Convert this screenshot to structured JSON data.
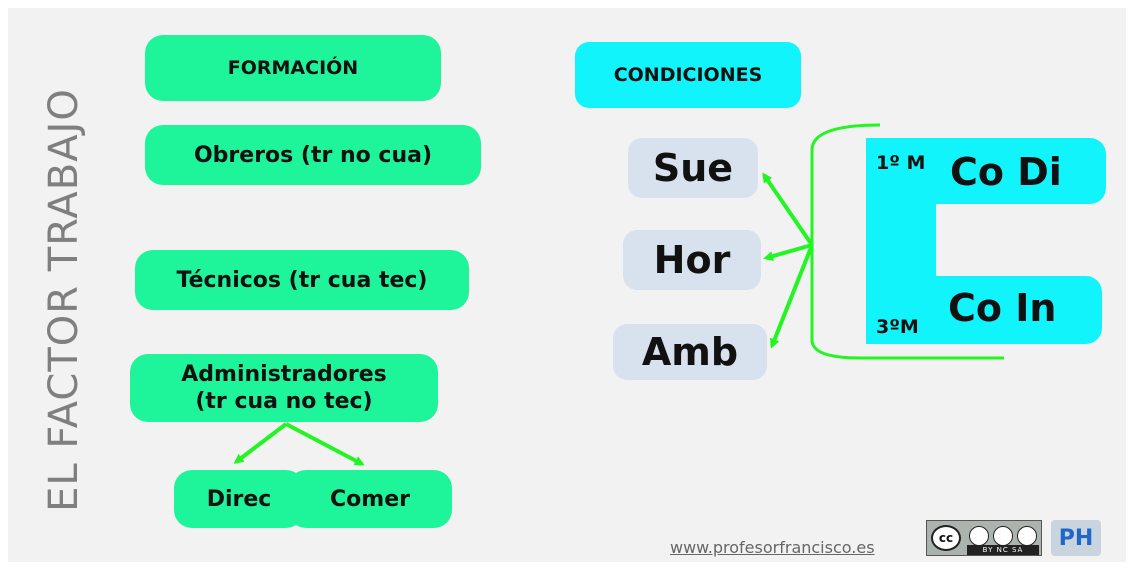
{
  "title": "EL FACTOR TRABAJO",
  "left_column": {
    "formacion": "FORMACIÓN",
    "obreros": "Obreros (tr no cua)",
    "tecnicos": "Técnicos (tr cua tec)",
    "administradores_line1": "Administradores",
    "administradores_line2": "(tr cua no tec)",
    "direc": "Direc",
    "comer": "Comer"
  },
  "right_column": {
    "condiciones": "CONDICIONES",
    "sue": "Sue",
    "hor": "Hor",
    "amb": "Amb",
    "first_label": "1º M",
    "first_value": "Co Di",
    "third_label": "3ºM",
    "third_value": "Co In"
  },
  "footer": {
    "url": "www.profesorfrancisco.es",
    "license_icons": "cc-by-nc-sa-icon",
    "license_text": "BY   NC   SA",
    "cc_label": "cc",
    "logo": "PH"
  },
  "colors": {
    "green": "#1ef59a",
    "cyan": "#12f4fb",
    "light_blue": "#d7e2ee",
    "arrow": "#22f522",
    "title_gray": "#7f7f7f"
  }
}
